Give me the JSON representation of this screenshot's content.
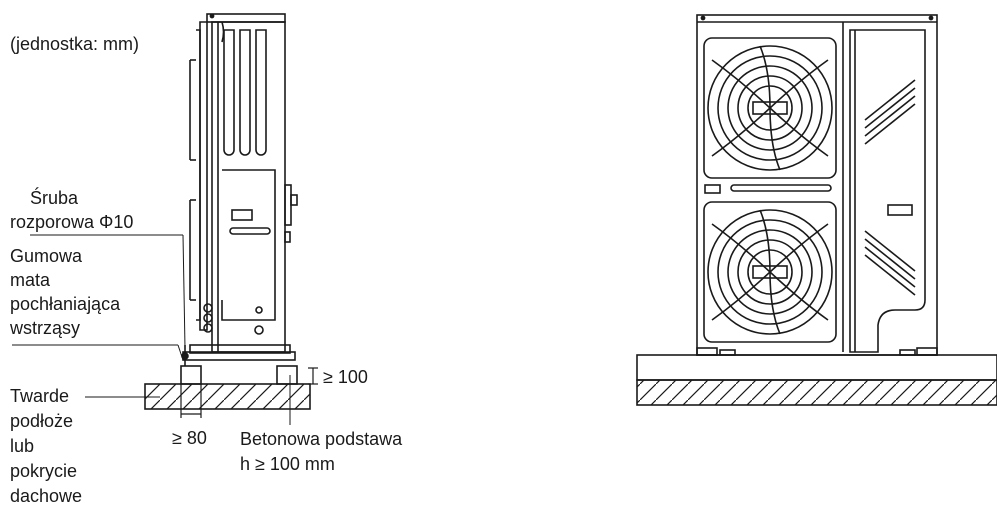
{
  "units_note": "(jednostka: mm)",
  "labels": {
    "bolt_line1": "Śruba",
    "bolt_line2": "rozporowa Φ10",
    "mat_line1": "Gumowa",
    "mat_line2": "mata",
    "mat_line3": "pochłaniająca",
    "mat_line4": "wstrząsy",
    "ground_line1": "Twarde",
    "ground_line2": "podłoże",
    "ground_line3": "lub",
    "ground_line4": "pokrycie",
    "ground_line5": "dachowe",
    "height_dim": "≥ 100",
    "width_dim": "≥ 80",
    "base_line1": "Betonowa podstawa",
    "base_line2": "h ≥ 100 mm"
  },
  "colors": {
    "line": "#1a1a1a",
    "background": "#ffffff"
  }
}
